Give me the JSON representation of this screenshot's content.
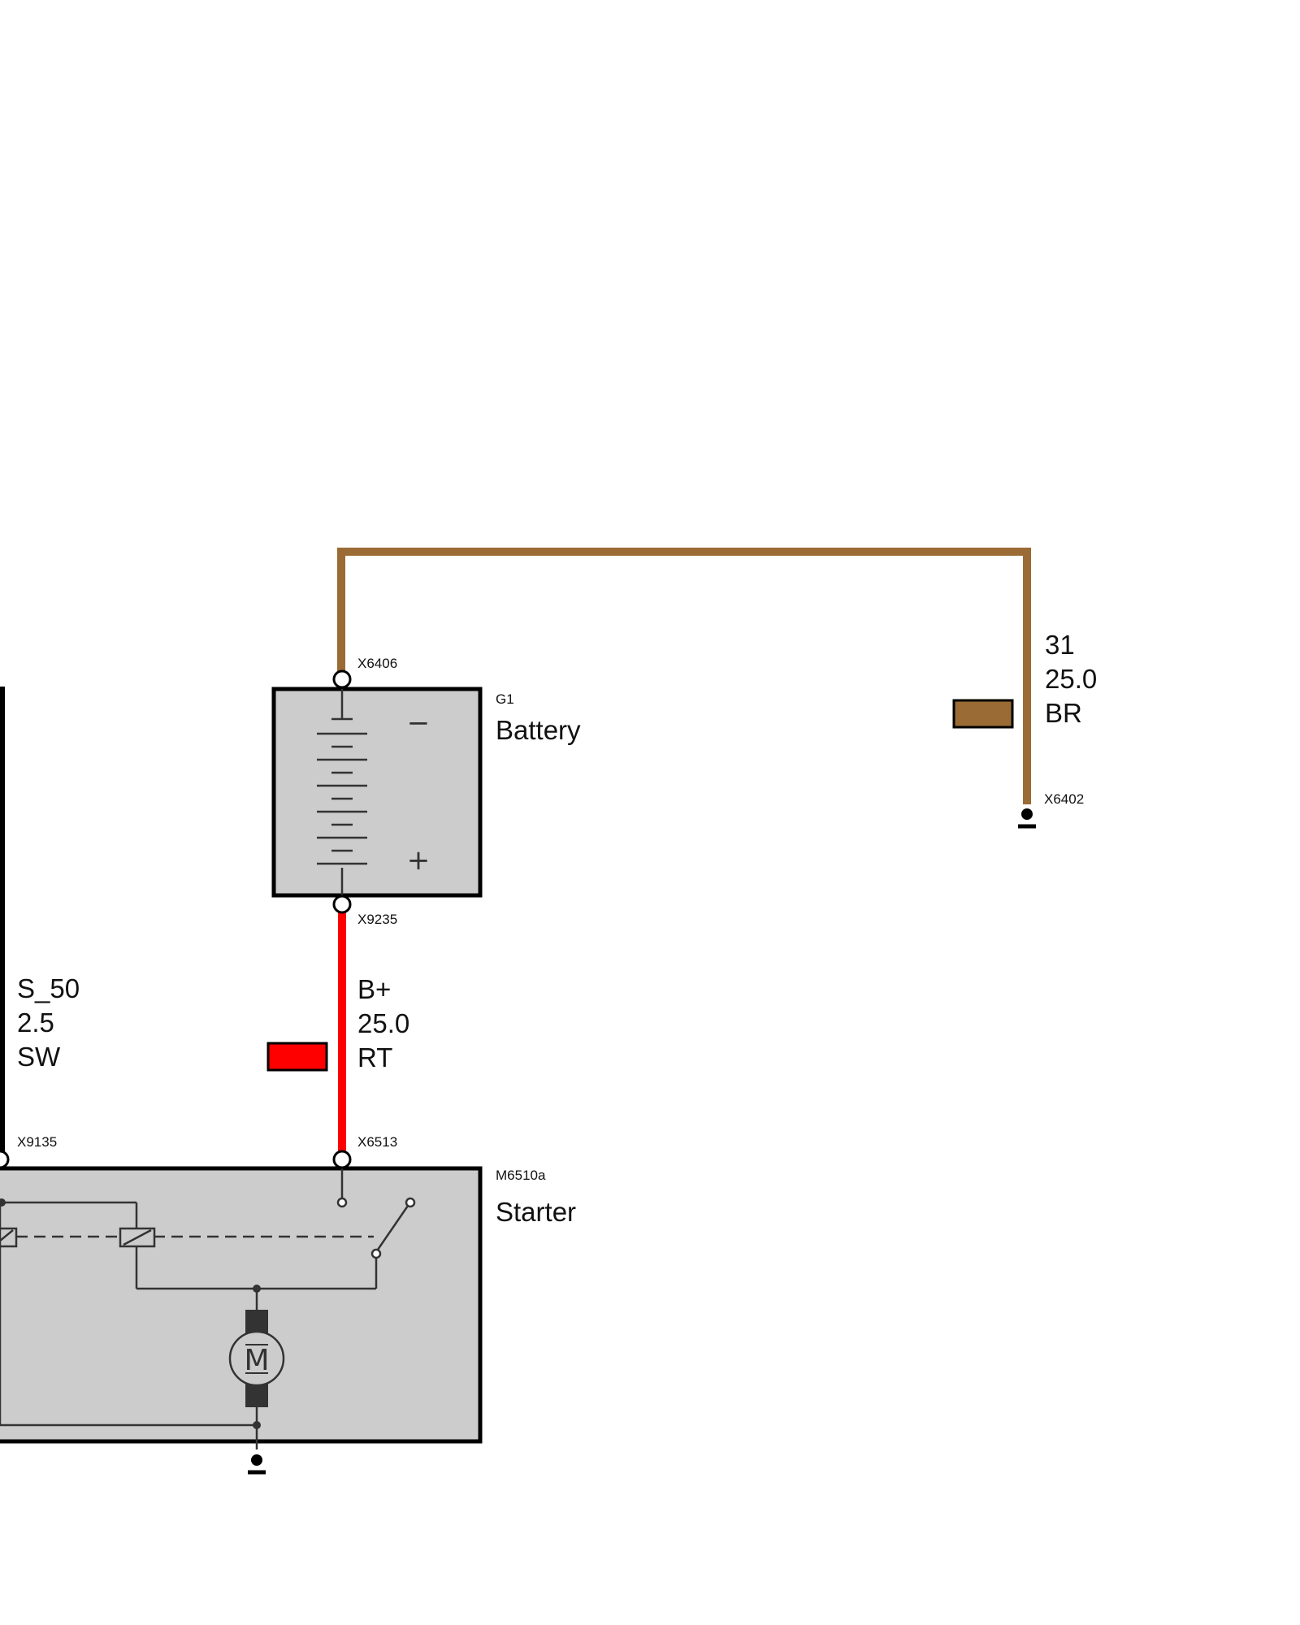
{
  "components": {
    "battery": {
      "id": "G1",
      "name": "Battery",
      "minus_symbol": "−",
      "plus_symbol": "+"
    },
    "starter": {
      "id": "M6510a",
      "name": "Starter",
      "motor_symbol": "M"
    }
  },
  "connectors": {
    "battery_top": "X6406",
    "battery_bottom": "X9235",
    "starter_positive": "X6513",
    "starter_s50": "X9135",
    "ground": "X6402"
  },
  "wires": {
    "ground": {
      "signal": "31",
      "gauge": "25.0",
      "color_code": "BR",
      "color": "#9a6b35"
    },
    "positive": {
      "signal": "B+",
      "gauge": "25.0",
      "color_code": "RT",
      "color": "#ff0000"
    },
    "s50": {
      "signal": "S_50",
      "gauge": "2.5",
      "color_code": "SW",
      "color": "#000000"
    }
  },
  "colors": {
    "box_fill": "#cccccc",
    "box_stroke": "#000000",
    "schematic_line": "#333333"
  }
}
